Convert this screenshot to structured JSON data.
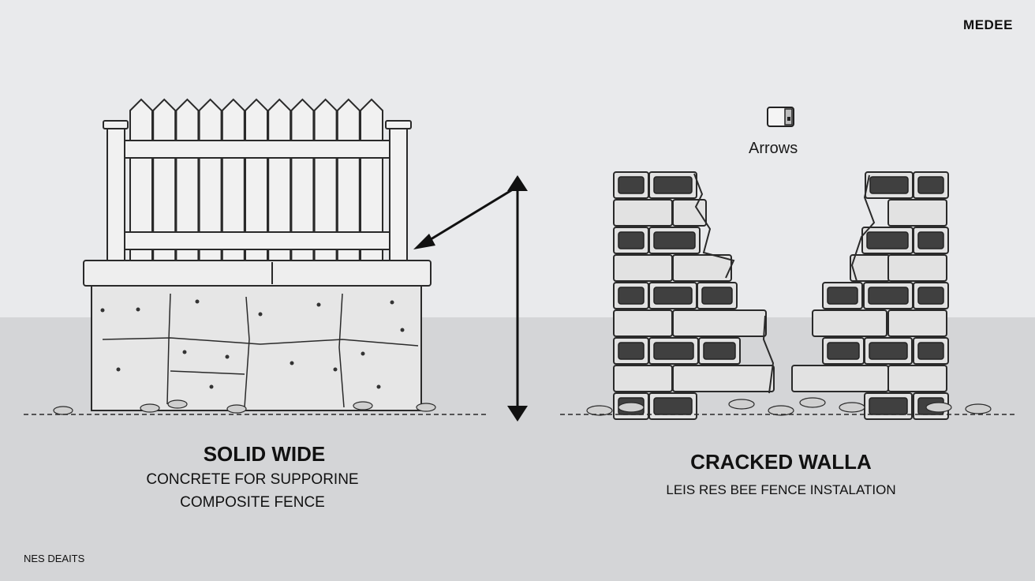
{
  "brand": "MEDEE",
  "icon_label": "Arrows",
  "left_panel": {
    "title": "SOLID WIDE",
    "subtitle_line1": "CONCRETE FOR SUPPORINE",
    "subtitle_line2": "COMPOSITE FENCE"
  },
  "right_panel": {
    "title": "CRACKED WALLA",
    "subtitle": "LEIS RES BEE FENCE INSTALATION"
  },
  "footnote": "NES DEAITS",
  "colors": {
    "sky": "#e9eaec",
    "ground": "#d4d5d7",
    "line": "#2a2a2a",
    "fill_light": "#f2f2f2",
    "fill_mid": "#d8d8d8",
    "hole": "#404040"
  },
  "icons": [
    "square-icon",
    "double-headed-arrow-icon",
    "arrow-icon"
  ]
}
